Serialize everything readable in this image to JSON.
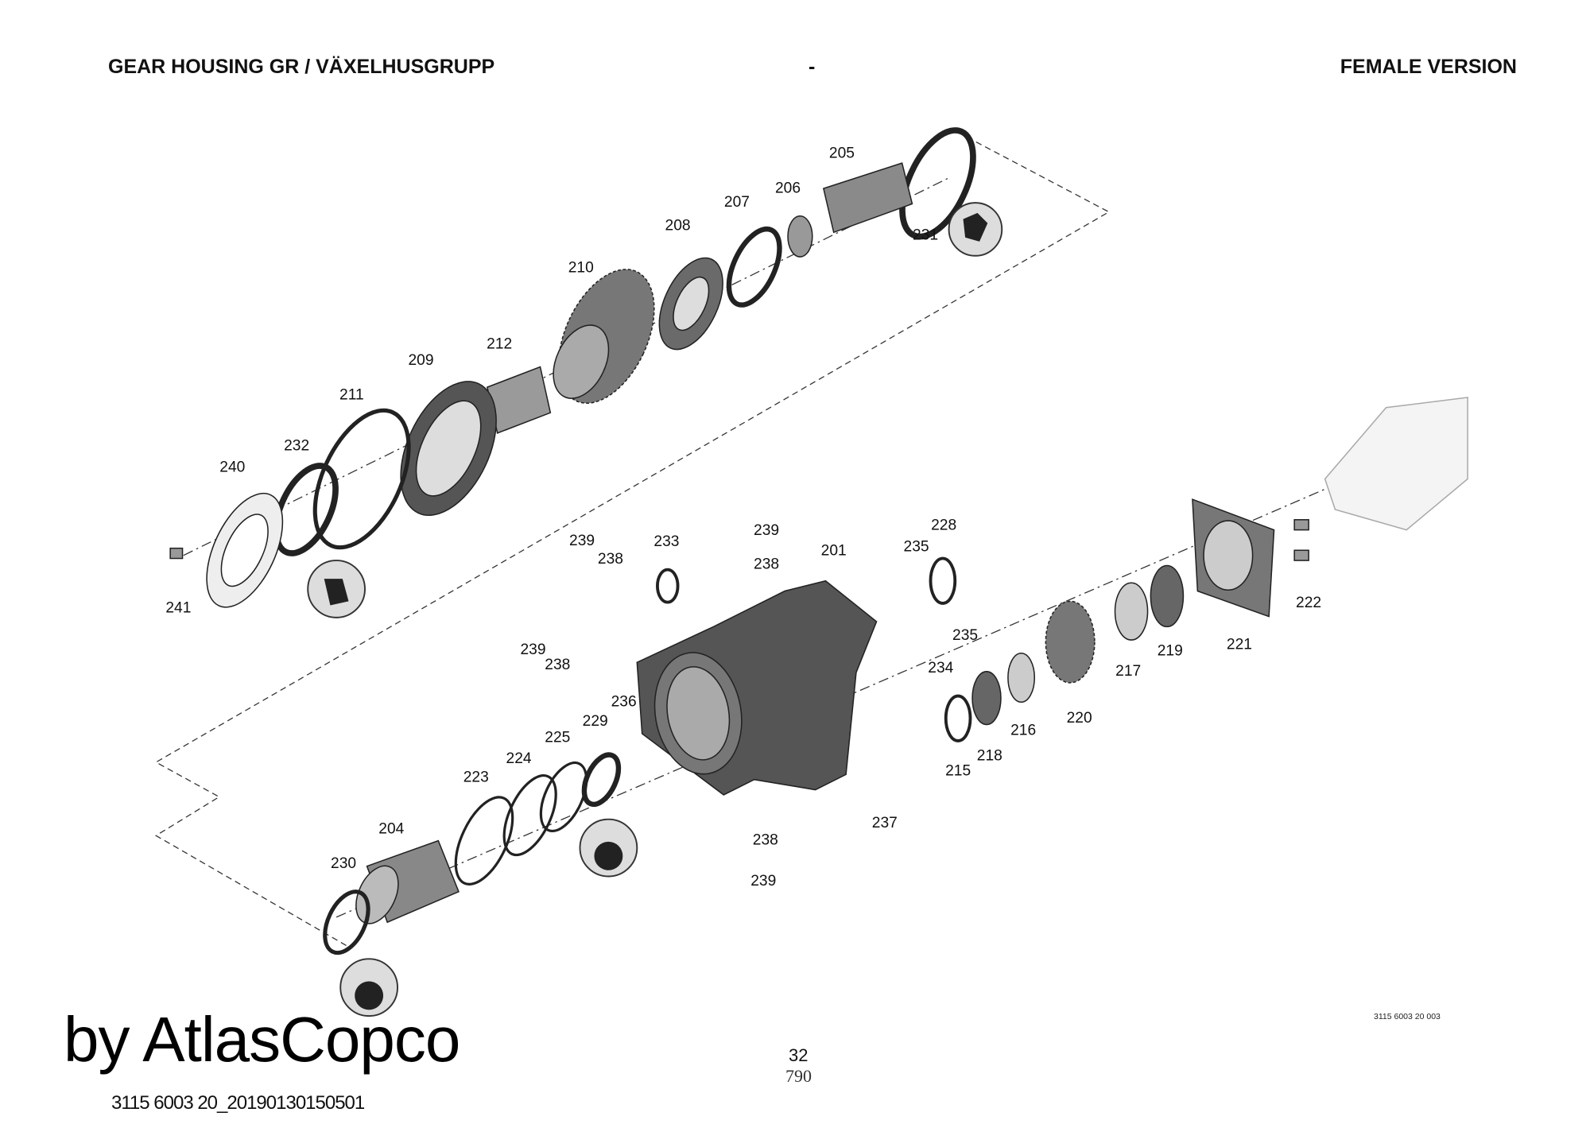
{
  "header": {
    "title": "GEAR HOUSING GR / VÄXELHUSGRUPP",
    "separator": "-",
    "version": "FEMALE VERSION"
  },
  "labels": [
    "205",
    "206",
    "207",
    "208",
    "210",
    "212",
    "209",
    "211",
    "232",
    "240",
    "241",
    "231",
    "239",
    "238",
    "233",
    "239",
    "238",
    "201",
    "235",
    "228",
    "239",
    "238",
    "235",
    "234",
    "236",
    "229",
    "225",
    "224",
    "223",
    "204",
    "230",
    "238",
    "239",
    "237",
    "215",
    "218",
    "216",
    "220",
    "217",
    "219",
    "221",
    "222"
  ],
  "footer": {
    "doc_ref": "3115 6003 20 003",
    "file_code": "3115 6003 20_20190130150501",
    "watermark": "by AtlasCopco",
    "page_number": "32",
    "page_total": "790"
  }
}
